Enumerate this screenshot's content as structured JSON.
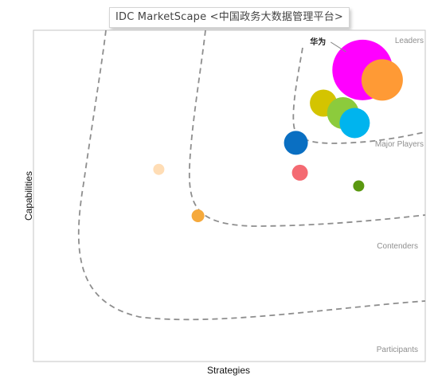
{
  "chart_data": {
    "type": "scatter",
    "title": "IDC MarketScape <中国政务大数据管理平台>",
    "xlabel": "Strategies",
    "ylabel": "Capabilities",
    "xlim": [
      0,
      100
    ],
    "ylim": [
      0,
      100
    ],
    "grid": false,
    "legend": "none",
    "zones": [
      "Leaders",
      "Major Players",
      "Contenders",
      "Participants"
    ],
    "points": [
      {
        "label": "华为",
        "x": 84,
        "y": 88,
        "size": 38,
        "color": "#FF00FF"
      },
      {
        "label": "",
        "x": 89,
        "y": 85,
        "size": 26,
        "color": "#FF9A35"
      },
      {
        "label": "",
        "x": 74,
        "y": 78,
        "size": 17,
        "color": "#D4C400"
      },
      {
        "label": "",
        "x": 79,
        "y": 75,
        "size": 20,
        "color": "#8CCB3C"
      },
      {
        "label": "",
        "x": 82,
        "y": 72,
        "size": 19,
        "color": "#00B4EE"
      },
      {
        "label": "",
        "x": 67,
        "y": 66,
        "size": 15,
        "color": "#0A6FC2"
      },
      {
        "label": "",
        "x": 68,
        "y": 57,
        "size": 10,
        "color": "#F46A72"
      },
      {
        "label": "",
        "x": 83,
        "y": 53,
        "size": 7,
        "color": "#5A9810"
      },
      {
        "label": "",
        "x": 32,
        "y": 58,
        "size": 7,
        "color": "#FFDDB5"
      },
      {
        "label": "",
        "x": 42,
        "y": 44,
        "size": 8,
        "color": "#F5A93C"
      }
    ]
  }
}
